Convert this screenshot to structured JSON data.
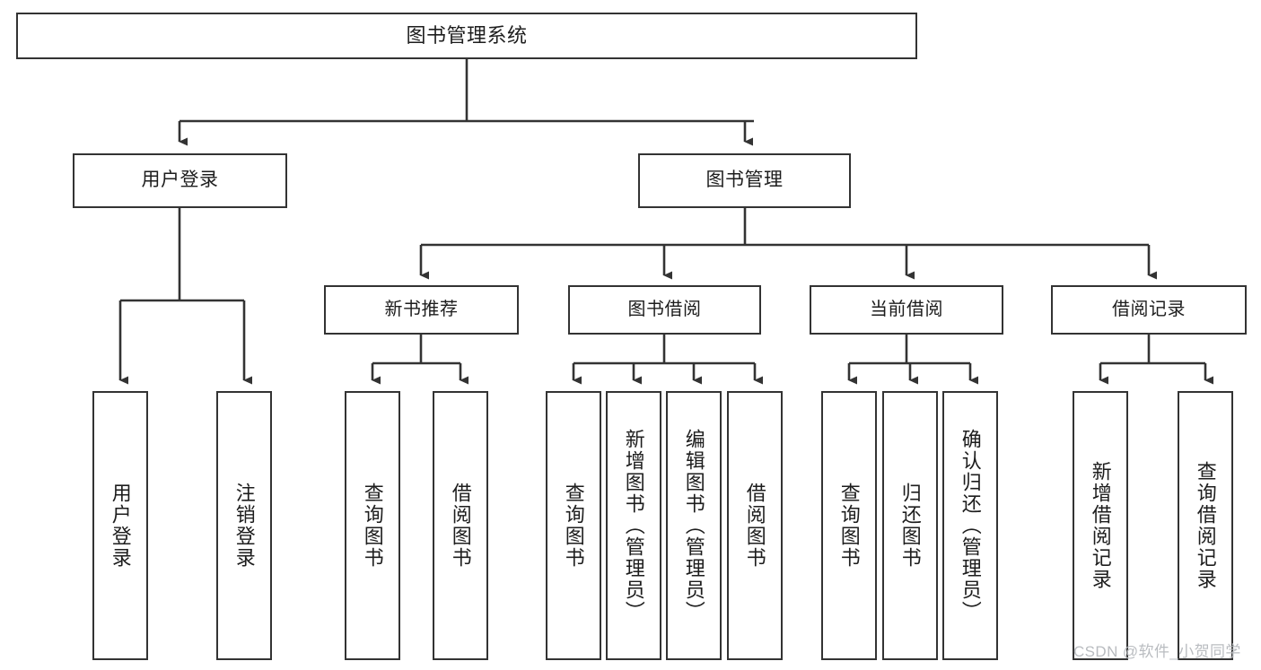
{
  "diagram": {
    "title": "图书管理系统",
    "type": "tree",
    "orientation": "top-down",
    "colors": {
      "background": "#ffffff",
      "box_border": "#333333",
      "box_fill": "#ffffff",
      "connector": "#333333",
      "text": "#1d1d1d",
      "watermark": "#b9bcc0"
    },
    "root": {
      "label": "图书管理系统"
    },
    "level2": [
      {
        "label": "用户登录"
      },
      {
        "label": "图书管理"
      }
    ],
    "level3": [
      {
        "label": "新书推荐"
      },
      {
        "label": "图书借阅"
      },
      {
        "label": "当前借阅"
      },
      {
        "label": "借阅记录"
      }
    ],
    "leaves": {
      "user_login": [
        {
          "label": "用户登录"
        },
        {
          "label": "注销登录"
        }
      ],
      "new_book_recommend": [
        {
          "label": "查询图书"
        },
        {
          "label": "借阅图书"
        }
      ],
      "book_borrow": [
        {
          "label": "查询图书"
        },
        {
          "label": "新增图书（管理员）"
        },
        {
          "label": "编辑图书（管理员）"
        },
        {
          "label": "借阅图书"
        }
      ],
      "current_borrow": [
        {
          "label": "查询图书"
        },
        {
          "label": "归还图书"
        },
        {
          "label": "确认归还（管理员）"
        }
      ],
      "borrow_record": [
        {
          "label": "新增借阅记录"
        },
        {
          "label": "查询借阅记录"
        }
      ]
    }
  },
  "watermark": {
    "text": "CSDN @软件_小贺同学"
  }
}
